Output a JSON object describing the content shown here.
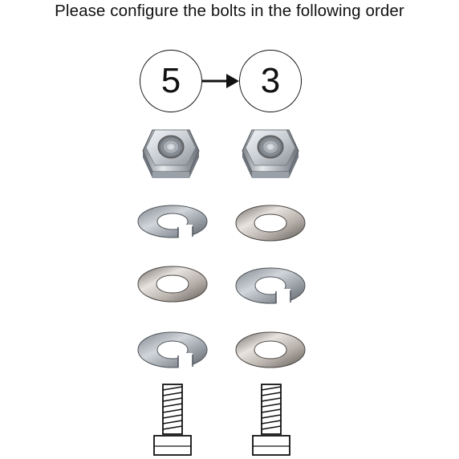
{
  "instruction": "Please configure the bolts in the following order",
  "sequence": {
    "first": "5",
    "second": "3",
    "connector_icon": "arrow-right-icon"
  },
  "columns": [
    {
      "position": "5",
      "stack_top_to_bottom": [
        "hex-nut",
        "spring-lock-washer",
        "flat-washer",
        "spring-lock-washer",
        "bolt"
      ]
    },
    {
      "position": "3",
      "stack_top_to_bottom": [
        "hex-nut",
        "flat-washer",
        "spring-lock-washer",
        "flat-washer",
        "bolt"
      ]
    }
  ],
  "colors": {
    "metal_light": "#dfe2e6",
    "metal_dark": "#6e737a",
    "outline": "#111111"
  }
}
